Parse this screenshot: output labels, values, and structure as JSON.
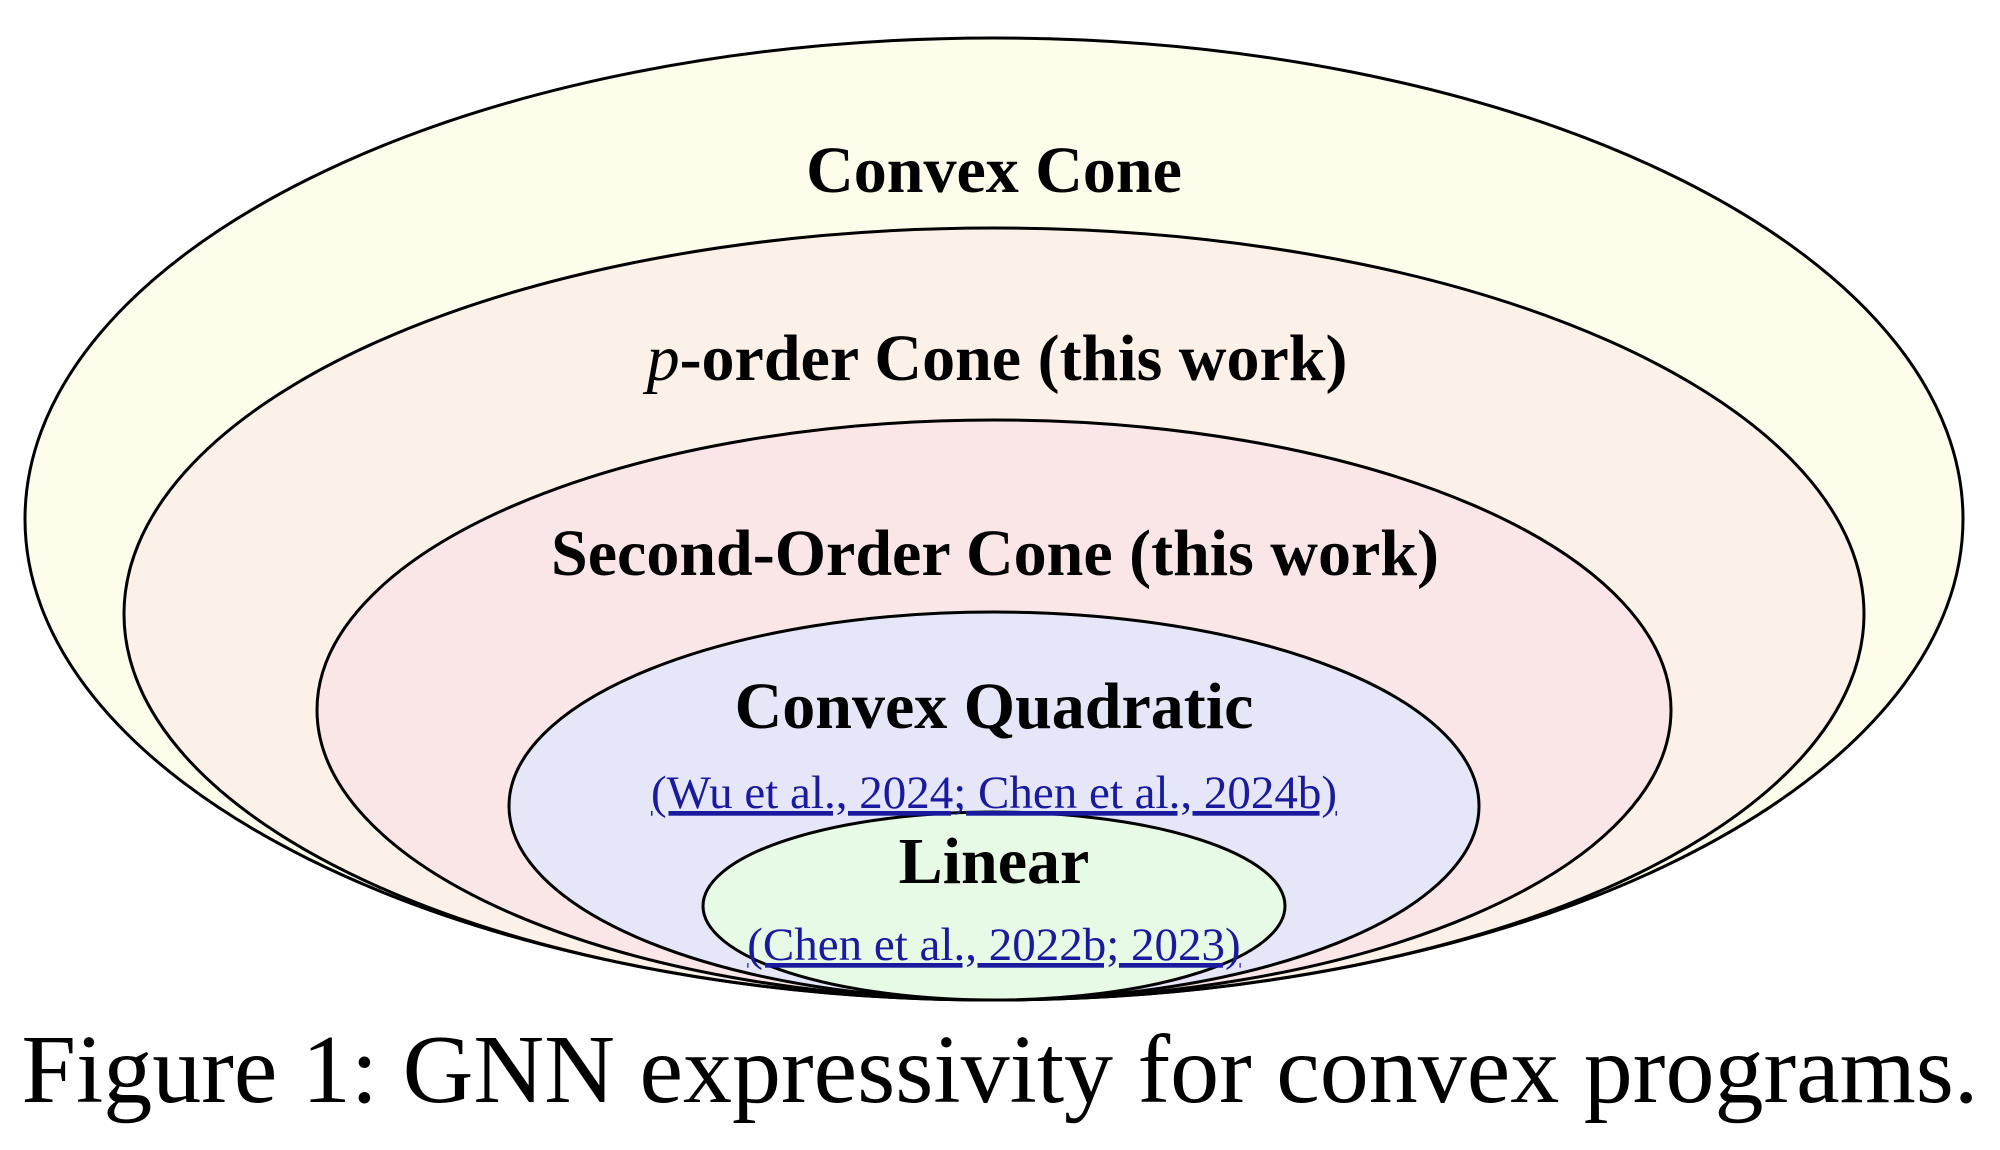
{
  "colors": {
    "convex_cone_fill": "#fefcea",
    "p_order_fill": "#fcf1e8",
    "second_order_fill": "#fae6e6",
    "quadratic_fill": "#e5e7f8",
    "linear_fill": "#e7fae5",
    "outline": "#000000",
    "highlight": "#8a8ff0",
    "citation": "#1a1a9e"
  },
  "regions": {
    "convex_cone": {
      "label": "Convex Cone"
    },
    "p_order": {
      "label_var": "p",
      "label_text": "-order Cone (",
      "highlight": "this work",
      "label_close": ")"
    },
    "second_order": {
      "label_text": "Second-Order Cone (",
      "highlight": "this work",
      "label_close": ")"
    },
    "quadratic": {
      "label": "Convex Quadratic",
      "citation": "(Wu et al., 2024; Chen et al., 2024b)"
    },
    "linear": {
      "label": "Linear",
      "citation": "(Chen et al., 2022b; 2023)"
    }
  },
  "caption": "Figure 1: GNN expressivity for convex programs."
}
